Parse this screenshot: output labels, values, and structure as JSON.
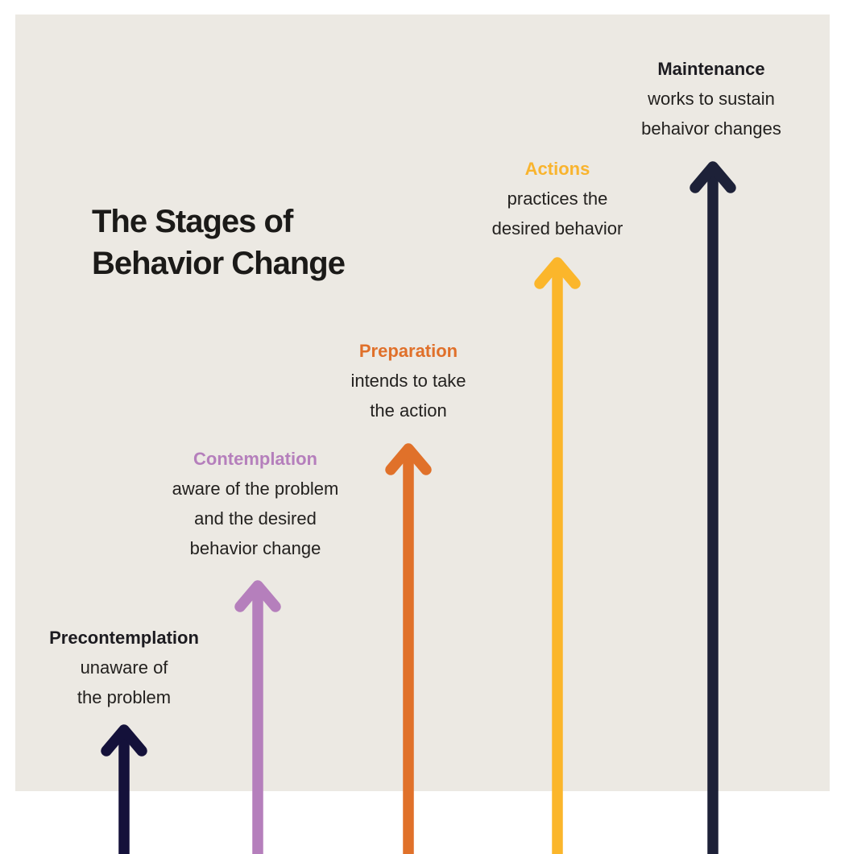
{
  "title": {
    "lines": [
      "The Stages of",
      "Behavior Change"
    ],
    "color": "#1b1a18"
  },
  "canvas": {
    "background_color": "#ffffff",
    "panel_color": "#ece9e3",
    "body_text_color": "#23211f"
  },
  "stages": [
    {
      "name": "Precontemplation",
      "description_lines": [
        "unaware of",
        "the problem"
      ],
      "heading_color": "#1c1b20",
      "arrow_color": "#14113a"
    },
    {
      "name": "Contemplation",
      "description_lines": [
        "aware of the problem",
        "and the desired",
        "behavior change"
      ],
      "heading_color": "#b57fbc",
      "arrow_color": "#b57fbc"
    },
    {
      "name": "Preparation",
      "description_lines": [
        "intends to take",
        "the action"
      ],
      "heading_color": "#e0702a",
      "arrow_color": "#e0712a"
    },
    {
      "name": "Actions",
      "description_lines": [
        "practices the",
        "desired behavior"
      ],
      "heading_color": "#f9b42e",
      "arrow_color": "#fbb62b"
    },
    {
      "name": "Maintenance",
      "description_lines": [
        "works to sustain",
        "behaivor changes"
      ],
      "heading_color": "#1c1b20",
      "arrow_color": "#1d2138"
    }
  ]
}
